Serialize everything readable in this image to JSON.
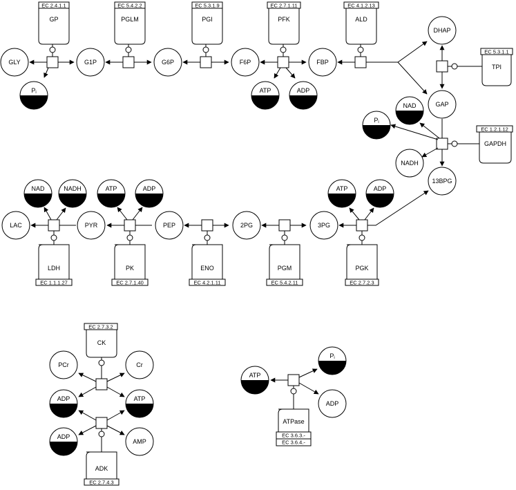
{
  "metabolites": {
    "gly": "GLY",
    "g1p": "G1P",
    "g6p": "G6P",
    "f6p": "F6P",
    "fbp": "FBP",
    "dhap": "DHAP",
    "gap": "GAP",
    "bpg13": "13BPG",
    "pg3": "3PG",
    "pg2": "2PG",
    "pep": "PEP",
    "pyr": "PYR",
    "lac": "LAC",
    "pcr": "PCr",
    "cr": "Cr",
    "amp": "AMP",
    "atp": "ATP",
    "adp": "ADP",
    "nad": "NAD",
    "nadh": "NADH",
    "pi_main": "P",
    "pi_sub": "i"
  },
  "enzymes": {
    "gp": {
      "name": "GP",
      "ec": "EC 2.4.1.1"
    },
    "pglm": {
      "name": "PGLM",
      "ec": "EC 5.4.2.2"
    },
    "pgi": {
      "name": "PGI",
      "ec": "EC 5.3.1.9"
    },
    "pfk": {
      "name": "PFK",
      "ec": "EC 2.7.1.11"
    },
    "ald": {
      "name": "ALD",
      "ec": "EC 4.1.2.13"
    },
    "tpi": {
      "name": "TPI",
      "ec": "EC 5.3.1.1"
    },
    "gapdh": {
      "name": "GAPDH",
      "ec": "EC 1.2.1.12"
    },
    "pgk": {
      "name": "PGK",
      "ec": "EC 2.7.2.3"
    },
    "pgm": {
      "name": "PGM",
      "ec": "EC 5.4.2.11"
    },
    "eno": {
      "name": "ENO",
      "ec": "EC 4.2.1.11"
    },
    "pk": {
      "name": "PK",
      "ec": "EC 2.7.1.40"
    },
    "ldh": {
      "name": "LDH",
      "ec": "EC 1.1.1.27"
    },
    "ck": {
      "name": "CK",
      "ec": "EC 2.7.3.2"
    },
    "adk": {
      "name": "ADK",
      "ec": "EC 2.7.4.3"
    },
    "atpase": {
      "name": "ATPase",
      "ec1": "EC 3.6.3.-",
      "ec2": "EC 3.6.4.-"
    }
  }
}
